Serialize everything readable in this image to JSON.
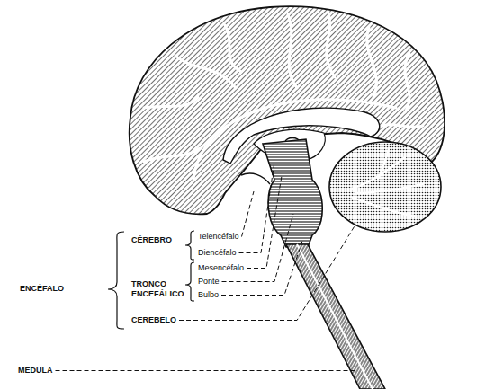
{
  "diagram": {
    "labels": [
      "CÉREBRO",
      "Telencéfalo",
      "Diencéfalo",
      "ENCÉFALO",
      "TRONCO ENCEFÁLICO",
      "Mesencéfalo",
      "Ponte",
      "Bulbo",
      "CEREBELO",
      "MEDULA"
    ]
  }
}
